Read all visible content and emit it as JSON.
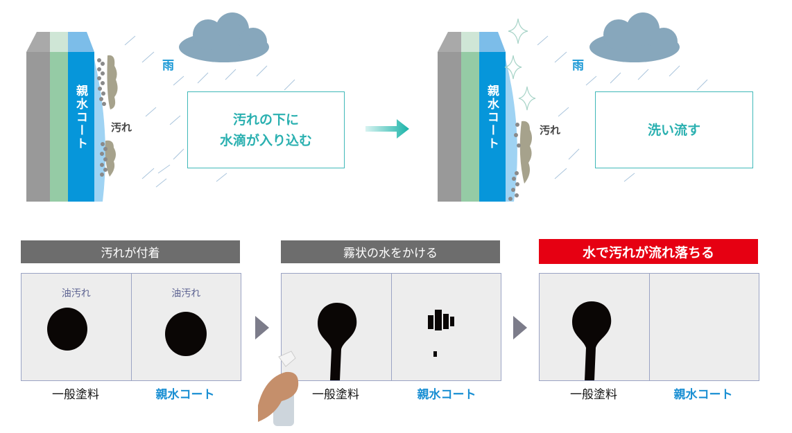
{
  "top_left": {
    "coat_label": "親水コート",
    "dirt_label": "汚れ",
    "rain_label": "雨",
    "box_lines": [
      "汚れの下に",
      "水滴が入り込む"
    ]
  },
  "top_right": {
    "coat_label": "親水コート",
    "dirt_label": "汚れ",
    "rain_label": "雨",
    "box_lines": [
      "洗い流す"
    ]
  },
  "steps": [
    {
      "header": "汚れが付着",
      "panels": [
        {
          "caption": "油汚れ",
          "label": "一般塗料"
        },
        {
          "caption": "油汚れ",
          "label": "親水コート"
        }
      ]
    },
    {
      "header": "霧状の水をかける",
      "panels": [
        {
          "label": "一般塗料"
        },
        {
          "label": "親水コート"
        }
      ]
    },
    {
      "header": "水で汚れが流れ落ちる",
      "panels": [
        {
          "label": "一般塗料"
        },
        {
          "label": "親水コート"
        }
      ]
    }
  ],
  "colors": {
    "teal": "#2ab0b0",
    "blue": "#1a8fd3",
    "red": "#e60012",
    "gray": "#6d6d6d"
  }
}
